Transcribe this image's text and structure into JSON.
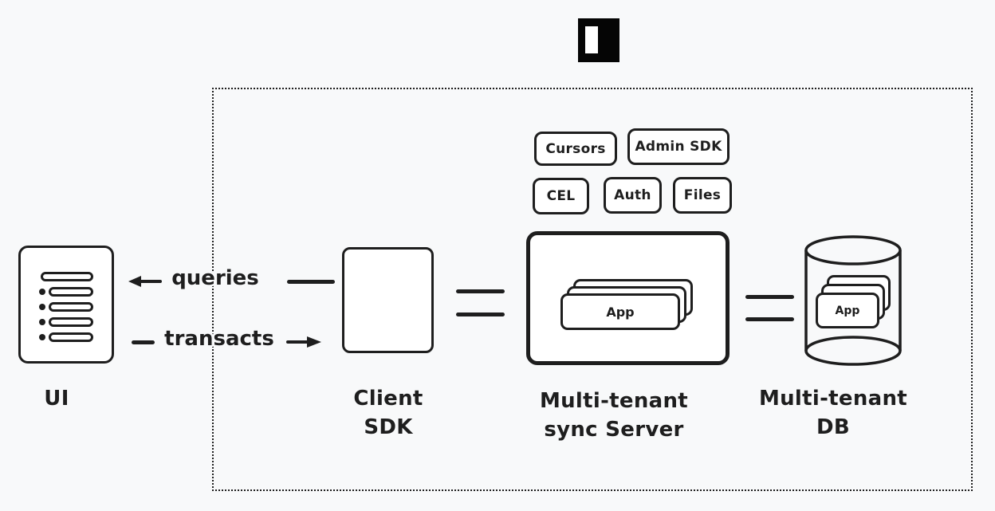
{
  "colors": {
    "background": "#f8f9fa",
    "stroke": "#1e1e1e",
    "fill": "#ffffff",
    "logo": "#050505"
  },
  "logo": {
    "icon": "instant-logo"
  },
  "features": [
    {
      "label": "Cursors"
    },
    {
      "label": "Admin SDK"
    },
    {
      "label": "CEL"
    },
    {
      "label": "Auth"
    },
    {
      "label": "Files"
    }
  ],
  "nodes": {
    "ui": {
      "label": "UI"
    },
    "client_sdk": {
      "label": "Client SDK"
    },
    "sync_server": {
      "label_line1": "Multi-tenant",
      "label_line2": "sync Server",
      "card_label": "App"
    },
    "db": {
      "label_line1": "Multi-tenant",
      "label_line2": "DB",
      "card_label": "App"
    }
  },
  "edges": {
    "queries": {
      "label": "queries"
    },
    "transacts": {
      "label": "transacts"
    }
  }
}
